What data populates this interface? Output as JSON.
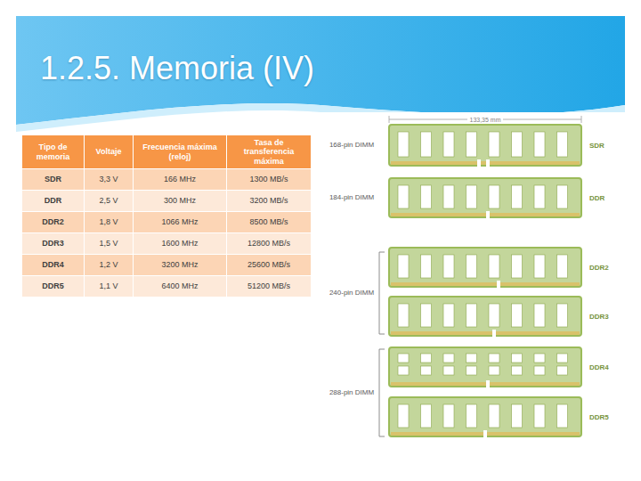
{
  "diagram": {
    "title": "1.2.5. Memoria (IV)",
    "labels": [
      "Tipo de memoria",
      "Voltaje",
      "Frecuencia máxima (reloj)",
      "Tasa de transferencia máxima",
      "SDR",
      "3,3 V",
      "166 MHz",
      "1300 MB/s",
      "DDR",
      "2,5 V",
      "300 MHz",
      "3200 MB/s",
      "DDR2",
      "1,8 V",
      "1066 MHz",
      "8500 MB/s",
      "DDR3",
      "1,5 V",
      "1600 MHz",
      "12800 MB/s",
      "DDR4",
      "1,2 V",
      "3200 MHz",
      "25600 MB/s",
      "DDR5",
      "1,1 V",
      "6400 MHz",
      "51200 MB/s",
      "168-pin DIMM",
      "184-pin DIMM",
      "240-pin DIMM",
      "288-pin DIMM",
      "SDR",
      "DDR",
      "DDR2",
      "DDR3",
      "DDR4",
      "DDR5",
      "133,35 mm"
    ]
  }
}
